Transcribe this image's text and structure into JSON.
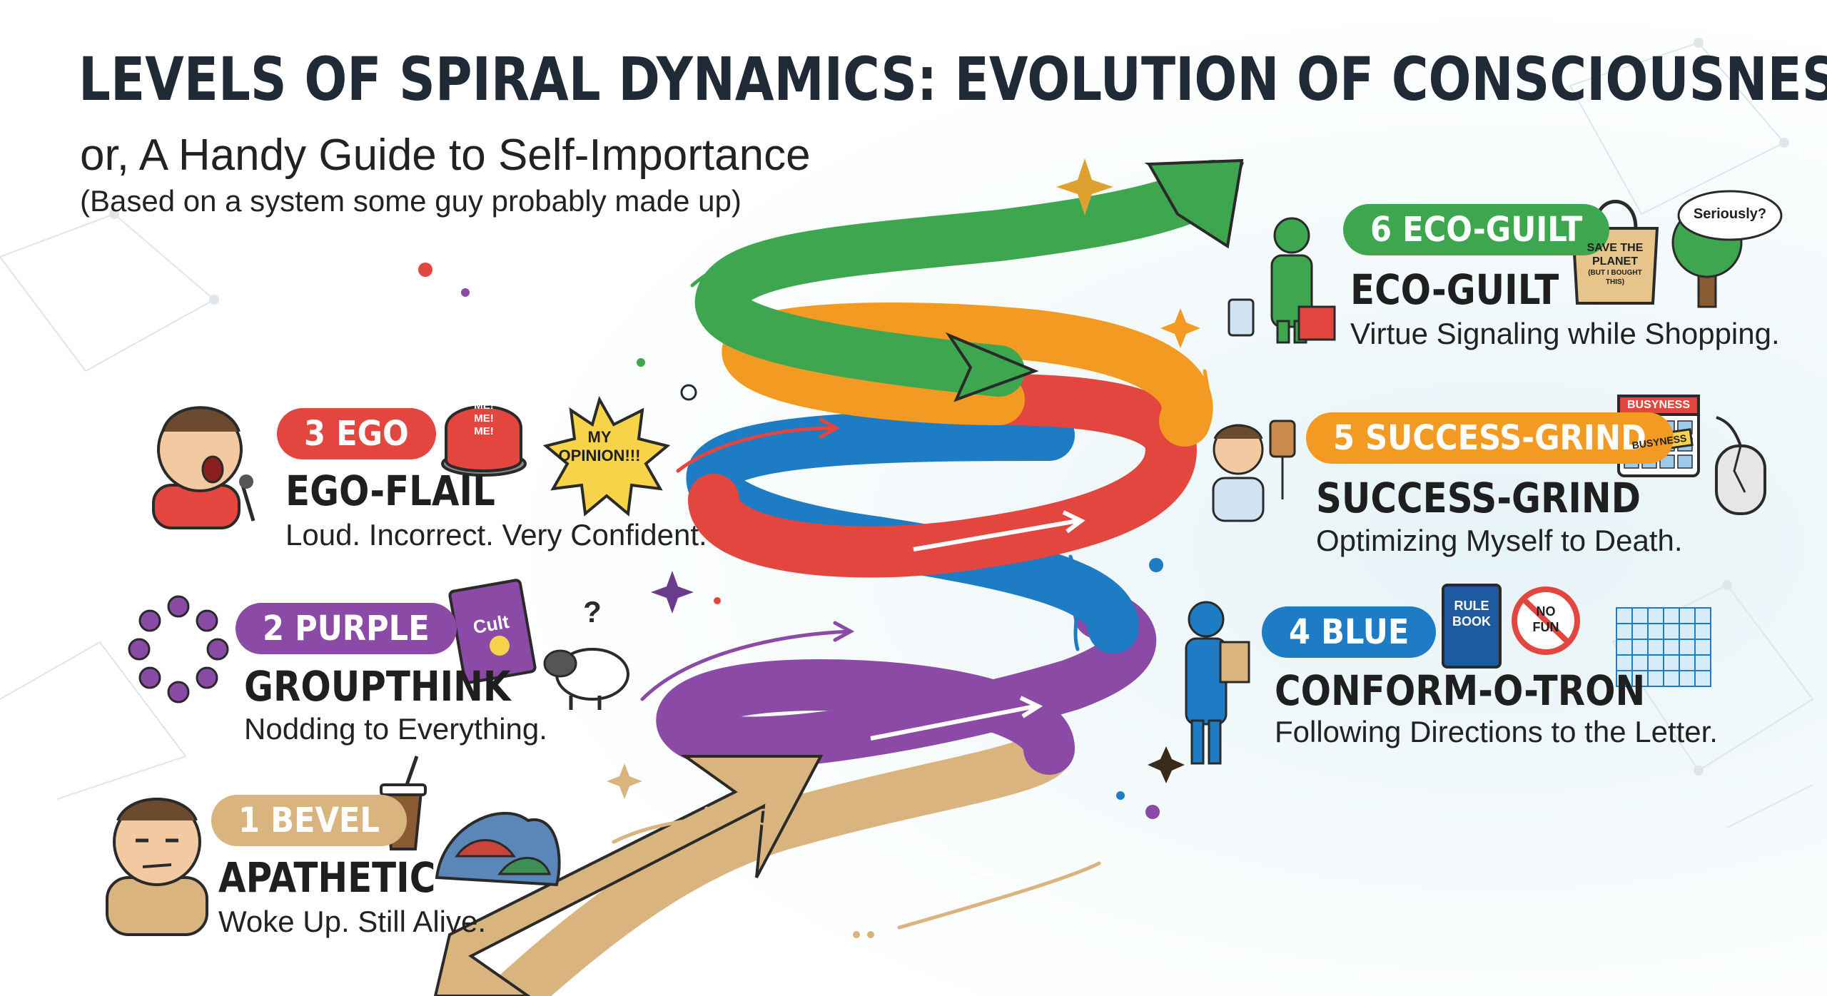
{
  "title": "LEVELS OF SPIRAL DYNAMICS: EVOLUTION OF CONSCIOUSNESS",
  "subtitle": "or, A Handy Guide to Self-Importance",
  "subnote": "(Based on a system some guy probably made up)",
  "colors": {
    "beige": "#d9b47f",
    "purple": "#8a4aa6",
    "red": "#e2463f",
    "blue": "#1e7cc4",
    "orange": "#f39a22",
    "green": "#3da64f",
    "ink": "#1f2a36"
  },
  "levels": [
    {
      "badge": "1 BEVEL",
      "name": "APATHETIC",
      "description": "Woke Up. Still Alive.",
      "icons": [
        "tired-person-icon",
        "iced-coffee-icon",
        "laundry-pile-icon"
      ]
    },
    {
      "badge": "2 PURPLE",
      "name": "GROUPTHINK",
      "description": "Nodding to Everything.",
      "icons": [
        "people-circle-icon",
        "cult-book-icon",
        "sheep-icon"
      ]
    },
    {
      "badge": "3 EGO",
      "name": "EGO-FLAIL",
      "description": "Loud. Incorrect. Very Confident.",
      "icons": [
        "shouting-person-icon",
        "me-button-icon",
        "opinion-burst-icon"
      ]
    },
    {
      "badge": "4 BLUE",
      "name": "CONFORM-O-TRON",
      "description": "Following Directions to the Letter.",
      "icons": [
        "clipboard-person-icon",
        "rule-book-icon",
        "no-fun-sign-icon",
        "grid-icon"
      ]
    },
    {
      "badge": "5 SUCCESS-GRIND",
      "name": "SUCCESS-GRIND",
      "description": "Optimizing Myself to Death.",
      "icons": [
        "exhausted-worker-icon",
        "busyness-calendar-icon",
        "broken-mouse-icon"
      ]
    },
    {
      "badge": "6 ECO-GUILT",
      "name": "ECO-GUILT",
      "description": "Virtue Signaling while Shopping.",
      "icons": [
        "recycling-person-icon",
        "tote-bag-icon",
        "talking-tree-icon"
      ]
    }
  ],
  "labels": {
    "me_button": [
      "ME!",
      "ME!",
      "ME!"
    ],
    "opinion": [
      "MY",
      "OPINION!!!"
    ],
    "cult_book": "Cult",
    "question": "?",
    "rule_book": [
      "RULE",
      "BOOK"
    ],
    "no_fun": [
      "NO",
      "FUN"
    ],
    "busyness_top": "BUSYNESS",
    "busyness_tag": "BUSYNESS",
    "tote": [
      "SAVE THE",
      "PLANET",
      "(BUT I BOUGHT",
      "THIS)"
    ],
    "tree_speech": "Seriously?"
  }
}
